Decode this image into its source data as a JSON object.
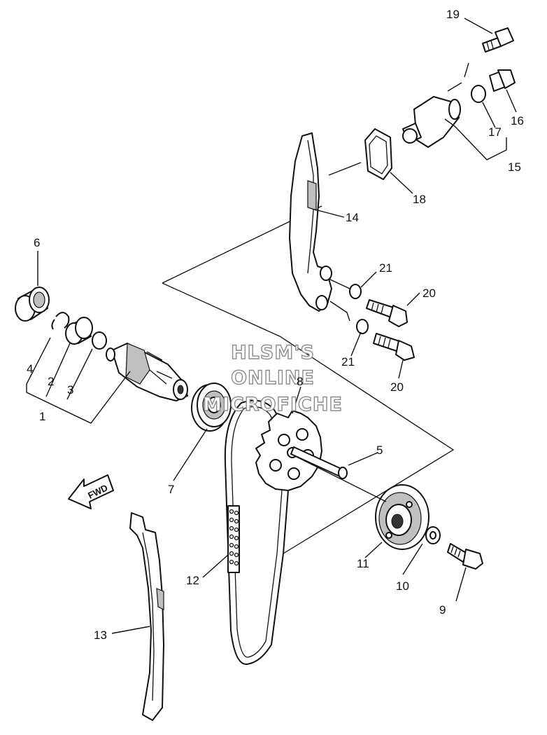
{
  "watermark": {
    "line1": "HLSM'S",
    "line2": "ONLINE",
    "line3": "MICROFICHE"
  },
  "direction_marker": "FWD",
  "part_labels": {
    "p1": "1",
    "p2": "2",
    "p3": "3",
    "p4": "4",
    "p5": "5",
    "p6": "6",
    "p7": "7",
    "p8": "8",
    "p9": "9",
    "p10": "10",
    "p11": "11",
    "p12": "12",
    "p13": "13",
    "p14": "14",
    "p15": "15",
    "p16": "16",
    "p17": "17",
    "p18": "18",
    "p19": "19",
    "p20a": "20",
    "p20b": "20",
    "p21a": "21",
    "p21b": "21"
  }
}
